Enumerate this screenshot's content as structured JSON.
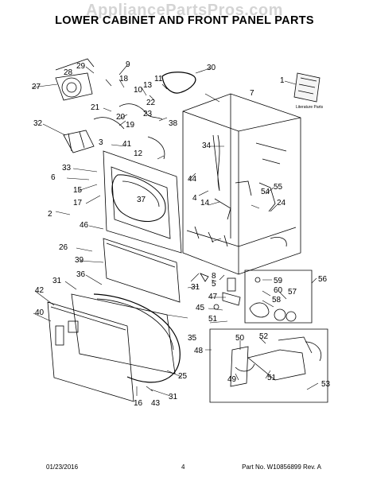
{
  "watermark": "AppliancePartsPros.com",
  "title": "LOWER CABINET AND FRONT PANEL PARTS",
  "literature_label": "Literature Parts",
  "callouts": {
    "c1": "1",
    "c2": "2",
    "c3": "3",
    "c4": "4",
    "c5": "5",
    "c6": "6",
    "c7": "7",
    "c8": "8",
    "c9": "9",
    "c10": "10",
    "c11": "11",
    "c12": "12",
    "c13": "13",
    "c14": "14",
    "c15": "15",
    "c16": "16",
    "c17": "17",
    "c18": "18",
    "c19": "19",
    "c20": "20",
    "c21": "21",
    "c22": "22",
    "c23": "23",
    "c24": "24",
    "c25": "25",
    "c26": "26",
    "c27": "27",
    "c28": "28",
    "c29": "29",
    "c30": "30",
    "c31a": "31",
    "c31b": "31",
    "c31c": "31",
    "c32": "32",
    "c33": "33",
    "c34": "34",
    "c35": "35",
    "c36": "36",
    "c37": "37",
    "c38": "38",
    "c39": "39",
    "c40": "40",
    "c41": "41",
    "c42": "42",
    "c43": "43",
    "c44": "44",
    "c45": "45",
    "c46": "46",
    "c47": "47",
    "c48": "48",
    "c49": "49",
    "c50": "50",
    "c51a": "51",
    "c51b": "51",
    "c52": "52",
    "c53": "53",
    "c54": "54",
    "c55": "55",
    "c56": "56",
    "c57": "57",
    "c58": "58",
    "c59": "59",
    "c60": "60"
  },
  "footer": {
    "date": "01/23/2016",
    "page": "4",
    "part_no": "Part No. W10856899  Rev. A"
  }
}
